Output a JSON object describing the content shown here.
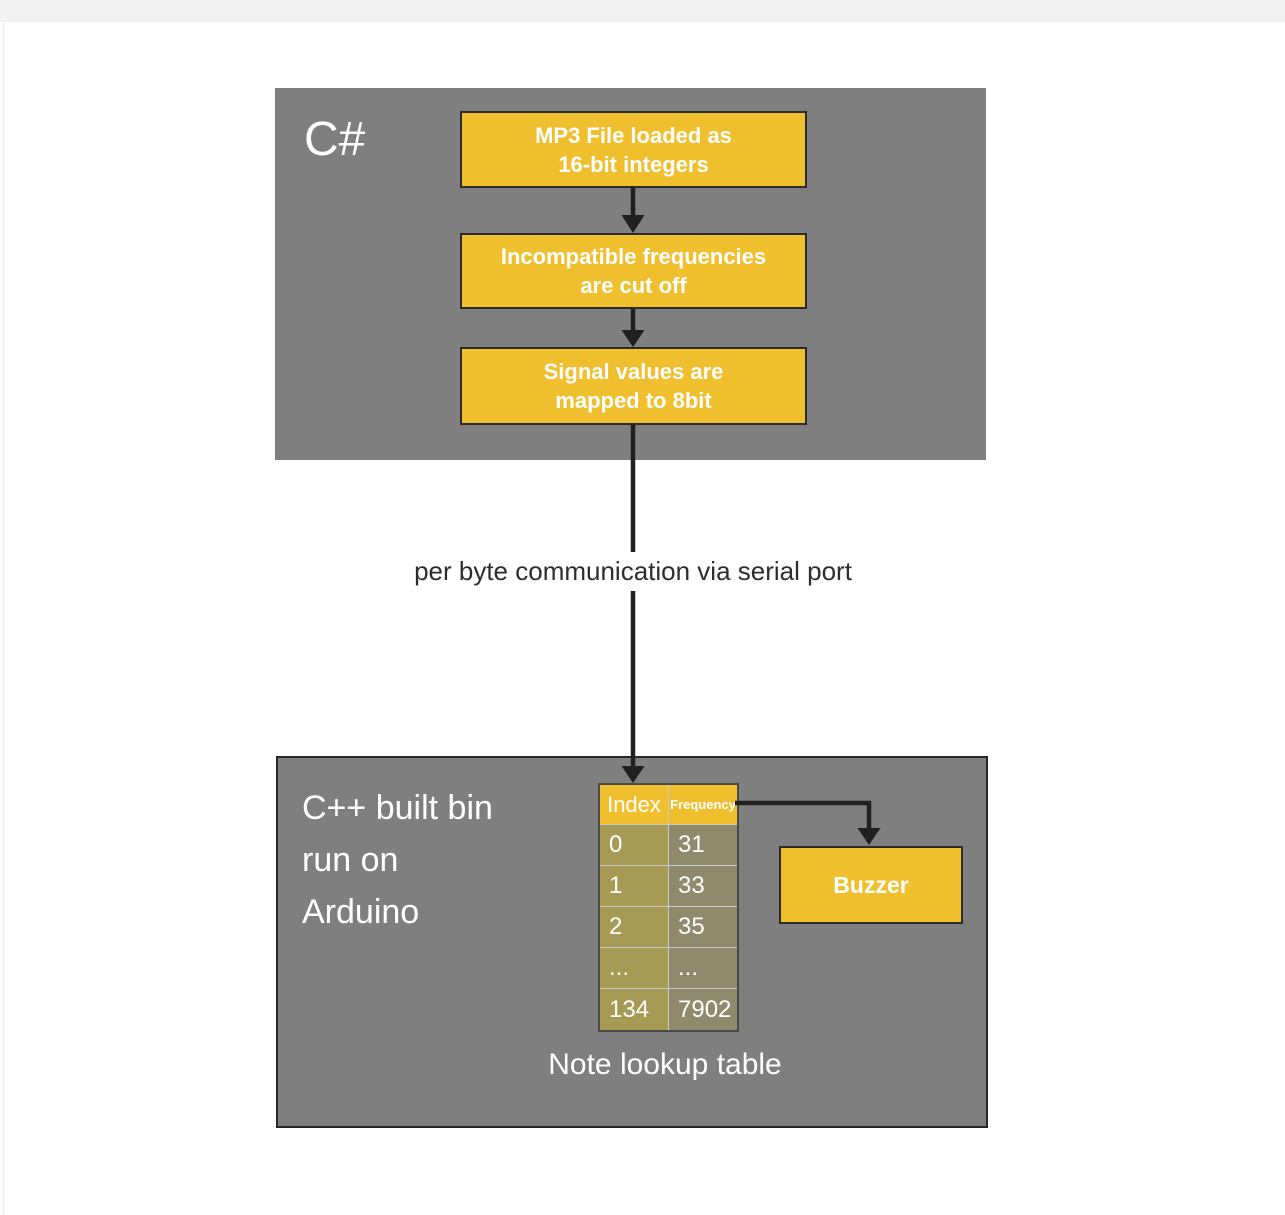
{
  "colors": {
    "section_gray": "#7f7f7f",
    "accent_yellow": "#efbf2d",
    "index_cell_olive": "#a69a55",
    "frequency_cell_olive": "#8f8a6c",
    "arrow_black": "#202020",
    "page_top_strip": "#f1f1f1"
  },
  "csharp_section": {
    "label": "C#",
    "steps": [
      {
        "text": "MP3 File loaded as\n16-bit integers"
      },
      {
        "text": "Incompatible frequencies\nare cut off"
      },
      {
        "text": "Signal values are\nmapped to 8bit"
      }
    ]
  },
  "serial_label": "per byte communication via serial port",
  "arduino_section": {
    "label": "C++ built bin\nrun on\nArduino",
    "lookup_table": {
      "headers": [
        "Index",
        "Frequency"
      ],
      "rows": [
        [
          "0",
          "31"
        ],
        [
          "1",
          "33"
        ],
        [
          "2",
          "35"
        ],
        [
          "...",
          "..."
        ],
        [
          "134",
          "7902"
        ]
      ],
      "caption": "Note lookup table"
    },
    "buzzer_label": "Buzzer"
  }
}
